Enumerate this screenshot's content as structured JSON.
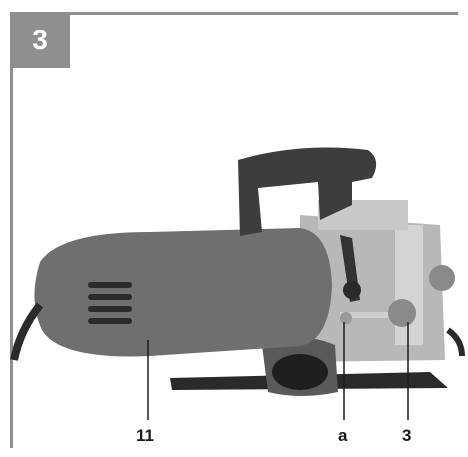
{
  "figure": {
    "number": "3",
    "callouts": {
      "motor_housing": "11",
      "lever": "a",
      "adjust_knob": "3"
    }
  },
  "colors": {
    "frame": "#8f8f8f",
    "housing": "#6f6f6f",
    "handle": "#3d3d3d",
    "metal": "#b8b8b8",
    "base": "#2a2a2a"
  }
}
